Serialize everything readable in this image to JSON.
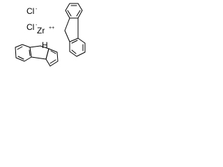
{
  "labels": {
    "chloride_1": "Cl",
    "chloride_1_charge": "-",
    "chloride_2": "Cl",
    "chloride_2_charge": "-",
    "zirconium": "Zr",
    "zirconium_charge": "++",
    "fluorenyl_h": "H"
  },
  "colors": {
    "ink": "#000000",
    "background": "#ffffff"
  }
}
